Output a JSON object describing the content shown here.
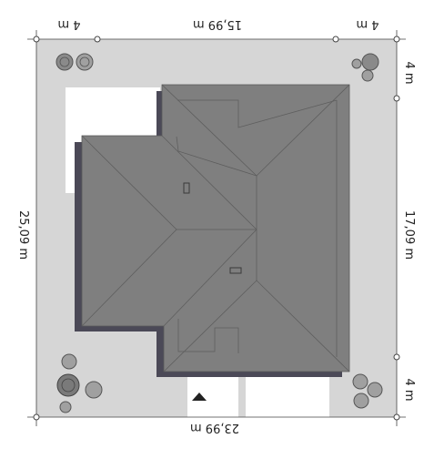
{
  "dimensions": {
    "top_left": "4 m",
    "top_center": "15,99 m",
    "top_right": "4 m",
    "right_upper": "4 m",
    "right_middle": "17,09 m",
    "right_lower": "4 m",
    "left_middle": "25,09 m",
    "bottom_center": "23,99 m"
  },
  "colors": {
    "plot": "#d6d6d6",
    "roof": "#7f7f7f",
    "roof_line": "#5a5a5a",
    "shadow": "#4b4957",
    "paving": "#ffffff"
  },
  "icons": {
    "entrance": "entrance-arrow-icon",
    "trees": "tree-icon"
  }
}
